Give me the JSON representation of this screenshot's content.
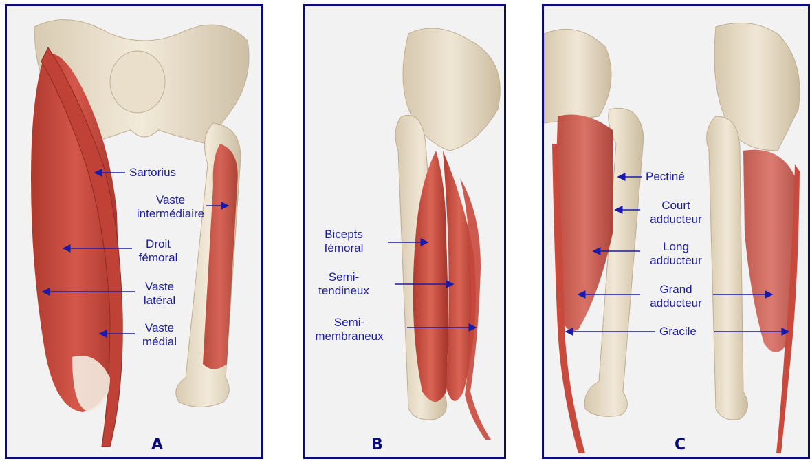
{
  "colors": {
    "frame": "#0a0a7a",
    "label": "#1a1aaa",
    "muscle": "#c9473a",
    "bone": "#e8dcc8",
    "background": "#f2f2f2"
  },
  "panels": {
    "a": {
      "letter": "A",
      "labels": {
        "sartorius": "Sartorius",
        "vaste_inter_1": "Vaste",
        "vaste_inter_2": "intermédiaire",
        "droit_1": "Droit",
        "droit_2": "fémoral",
        "vaste_lat_1": "Vaste",
        "vaste_lat_2": "latéral",
        "vaste_med_1": "Vaste",
        "vaste_med_2": "médial"
      }
    },
    "b": {
      "letter": "B",
      "labels": {
        "biceps_1": "Bicepts",
        "biceps_2": "fémoral",
        "semit_1": "Semi-",
        "semit_2": "tendineux",
        "semim_1": "Semi-",
        "semim_2": "membraneux"
      }
    },
    "c": {
      "letter": "C",
      "labels": {
        "pectine": "Pectiné",
        "court_1": "Court",
        "court_2": "adducteur",
        "long_1": "Long",
        "long_2": "adducteur",
        "grand_1": "Grand",
        "grand_2": "adducteur",
        "gracile": "Gracile"
      }
    }
  }
}
